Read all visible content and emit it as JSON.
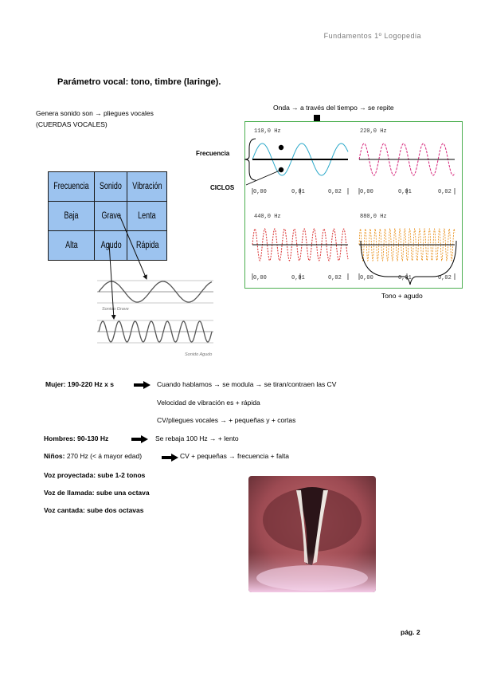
{
  "header": {
    "course": "Fundamentos 1º Logopedia"
  },
  "title": "Parámetro vocal: tono, timbre (laringe).",
  "intro": {
    "line1": "Genera sonido son → pliegues vocales",
    "line2": "(CUERDAS VOCALES)"
  },
  "wave_note": "Onda → a través del tiempo → se repite",
  "labels": {
    "frecuencia": "Frecuencia",
    "ciclos": "CICLOS",
    "tono_agudo": "Tono + agudo",
    "sonido_grave": "Sonido Grave",
    "sonido_agudo": "Sonido Agudo"
  },
  "freq_table": {
    "rows": [
      [
        "Frecuencia",
        "Sonido",
        "Vibración"
      ],
      [
        "Baja",
        "Grave",
        "Lenta"
      ],
      [
        "Alta",
        "Agudo",
        "Rápida"
      ]
    ]
  },
  "panels": [
    {
      "label": "110,0 Hz",
      "ticks": [
        "0,00",
        "0,01",
        "0,02"
      ],
      "color": "#2aa8c9"
    },
    {
      "label": "220,0 Hz",
      "ticks": [
        "0,00",
        "0,01",
        "0,02"
      ],
      "color": "#d6247a"
    },
    {
      "label": "440,0 Hz",
      "ticks": [
        "0,00",
        "0,01",
        "0,02"
      ],
      "color": "#d92c2c"
    },
    {
      "label": "880,0 Hz",
      "ticks": [
        "0,00",
        "0,01",
        "0,02"
      ],
      "color": "#e8890c"
    }
  ],
  "notes": [
    {
      "prefix": "Mujer: 190-220 Hz x s",
      "arrow": true,
      "text": "Cuando hablamos → se modula → se tiran/contraen las CV"
    },
    {
      "prefix": "",
      "arrow": false,
      "text": "Velocidad de vibración es + rápida"
    },
    {
      "prefix": "",
      "arrow": false,
      "text": "CV/pliegues vocales → + pequeñas y + cortas"
    },
    {
      "prefix": "Hombres: 90-130 Hz",
      "arrow": true,
      "text": "Se rebaja 100 Hz → + lento"
    },
    {
      "prefix": "Niños:",
      "prefix_rest": " 270 Hz (< á mayor edad)",
      "arrow": true,
      "text": "CV + pequeñas → frecuencia + falta"
    }
  ],
  "voices": [
    "Voz proyectada: sube 1-2 tonos",
    "Voz de llamada: sube una octava",
    "Voz cantada: sube dos octavas"
  ],
  "page": "pág. 2"
}
